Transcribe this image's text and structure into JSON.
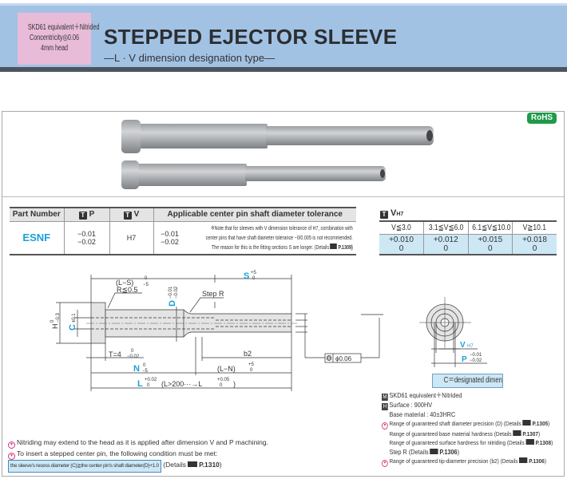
{
  "header": {
    "badge_lines": [
      "SKD61 equivalent＋Nitrided",
      "Concentricity◎0.06",
      "4mm head"
    ],
    "title": "STEPPED EJECTOR SLEEVE",
    "subtitle": "—L · V dimension designation type—"
  },
  "rohs": "RoHS",
  "part_table": {
    "headers": [
      "Part Number",
      "P",
      "V",
      "Applicable center pin shaft diameter tolerance"
    ],
    "badge": "T",
    "row": {
      "part_number": "ESNF",
      "p_upper": "−0.01",
      "p_lower": "−0.02",
      "v": "H7",
      "pin_upper": "−0.01",
      "pin_lower": "−0.02",
      "note_lines": [
        "※Note that for sleeves with V dimension tolerance of H7, combination with",
        "center pins that have shaft diameter tolerance −0/0.005 is not recommended.",
        "The reason for this is the fitting sections S are longer. (Details",
        "P.1309)"
      ]
    }
  },
  "v_table": {
    "title": "V",
    "title_sub": "H7",
    "headers": [
      "V≦3.0",
      "3.1≦V≦6.0",
      "6.1≦V≦10.0",
      "V≧10.1"
    ],
    "upper": [
      "+0.010",
      "+0.012",
      "+0.015",
      "+0.018"
    ],
    "lower": [
      "0",
      "0",
      "0",
      "0"
    ]
  },
  "drawing": {
    "l_minus_s": "(L−S)",
    "l_minus_s_tol": "−5",
    "zero": "0",
    "s": "S",
    "s_tol": "+5",
    "r": "R≦0.5",
    "d": "D",
    "d_upper": "−0.01",
    "d_lower": "−0.02",
    "step_r": "Step R",
    "h": "H",
    "h_tol": "−0.3",
    "c": "C",
    "c_tol": "±0.1",
    "t": "T=4",
    "t_tol": "−0.02",
    "b2": "b2",
    "n": "N",
    "n_tol": "−5",
    "l_minus_n": "(L−N)",
    "l_minus_n_tol": "+5",
    "l": "L",
    "l_tol": "+0.02",
    "l_long": "(L>200···→L",
    "l_long_tol": "+0.05",
    "close": ")",
    "concentricity": "ϕ0.06",
    "v": "V",
    "v_sub": "H7",
    "p": "P",
    "p_upper": "−0.01",
    "p_lower": "−0.02",
    "c_designated": "C＝designated dimension"
  },
  "specs": {
    "material": "SKD61 equivalent＋Nitrided",
    "surface": "Surface : 900HV",
    "base": "Base material : 40±3HRC",
    "range_lines": [
      {
        "text": "Range of guaranteed shaft diameter precision (D) (Details",
        "page": "P.1305"
      },
      {
        "text": "Range of guaranteed base material hardness (Details",
        "page": "P.1307"
      },
      {
        "text": "Range of guaranteed surface hardness for nitriding (Details",
        "page": "P.1308"
      },
      {
        "text": "Step R (Details",
        "page": "P.1306"
      },
      {
        "text": "Range of guaranteed tip-diameter precision (b2) (Details",
        "page": "P.1306"
      }
    ],
    "m_badge": "M",
    "h_badge": "H"
  },
  "notes": {
    "line1": "Nitriding may extend to the head as it is applied after dimension V and P machining.",
    "line2": "To insert a stepped center pin, the following condition must be met:",
    "condition": "the sleeve's recess diameter (C)≧the center pin's shaft diameter(D)+1.0",
    "details": "(Details",
    "page": "P.1310",
    "close": ")"
  },
  "colors": {
    "header_blue": "#a2c2e4",
    "badge_pink": "#e8bbd9",
    "accent_blue": "#1ba0d8",
    "highlight": "#cde7f5",
    "rohs_green": "#1e9a4a"
  }
}
